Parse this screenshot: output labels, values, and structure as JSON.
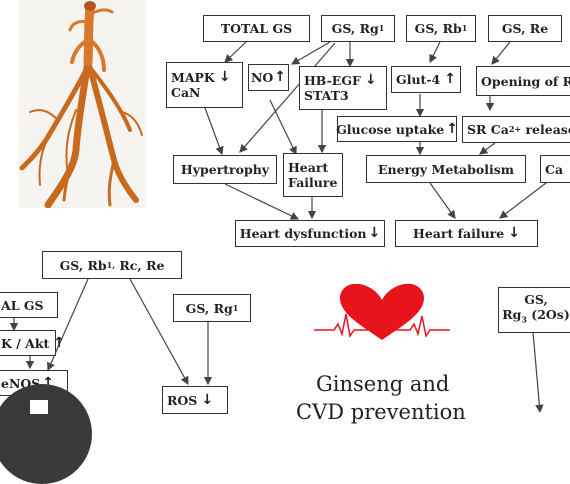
{
  "boxes": {
    "total_gs": "TOTAL GS",
    "gs_rg1": "GS, Rg",
    "gs_rg1_sub": "1",
    "gs_rb1": "GS, Rb",
    "gs_rb1_sub": "1",
    "gs_re": "GS, Re",
    "mapk": "MAPK",
    "can": "CaN",
    "mapk_arrow": "↓",
    "no": "NO",
    "no_arrow": "↑",
    "hbegf": "HB-EGF",
    "stat3": "STAT3",
    "hbegf_arrow": "↓",
    "glut4": "Glut-4",
    "glut4_arrow": "↑",
    "opening": "Opening of R",
    "glucose_uptake": "Glucose uptake",
    "glucose_arrow": "↑",
    "sr_ca_pre": "SR Ca",
    "sr_ca_sup": "2+",
    "sr_ca_post": " release",
    "hypertrophy": "Hypertrophy",
    "heart_failure_1": "Heart",
    "heart_failure_2": "Failure",
    "energy": "Energy Metabolism",
    "ca_cut": "Ca",
    "heart_dysfunction": "Heart dysfunction",
    "heart_dysfunction_arrow": "↓",
    "heart_failure_out": "Heart failure",
    "heart_failure_out_arrow": "↓",
    "gs_rb1_rc_re": "GS, Rb",
    "gs_rb1_rc_re_sub": "1,",
    "gs_rb1_rc_re_post": " Rc, Re",
    "al_gs": "AL GS",
    "akt": "K / Akt",
    "akt_arrow": "↑",
    "enos": "eNOS",
    "enos_arrow": "↑",
    "gs_rg1_b": "GS, Rg",
    "gs_rg1_b_sub": "1",
    "ros": "ROS",
    "ros_arrow": "↓",
    "gs_rg3_1": "GS,",
    "gs_rg3_2": "Rg",
    "gs_rg3_sub": "3",
    "gs_rg3_post": " (2Os)"
  },
  "caption": {
    "line1": "Ginseng and",
    "line2": "CVD prevention"
  },
  "colors": {
    "heart": "#e8141c",
    "ecg_line": "#e8141c",
    "box_border": "#333333",
    "arrow": "#444444",
    "root": "#d8782a"
  },
  "icons": {
    "ginseng": "ginseng-root-photo",
    "heart": "heart-ecg-icon"
  }
}
